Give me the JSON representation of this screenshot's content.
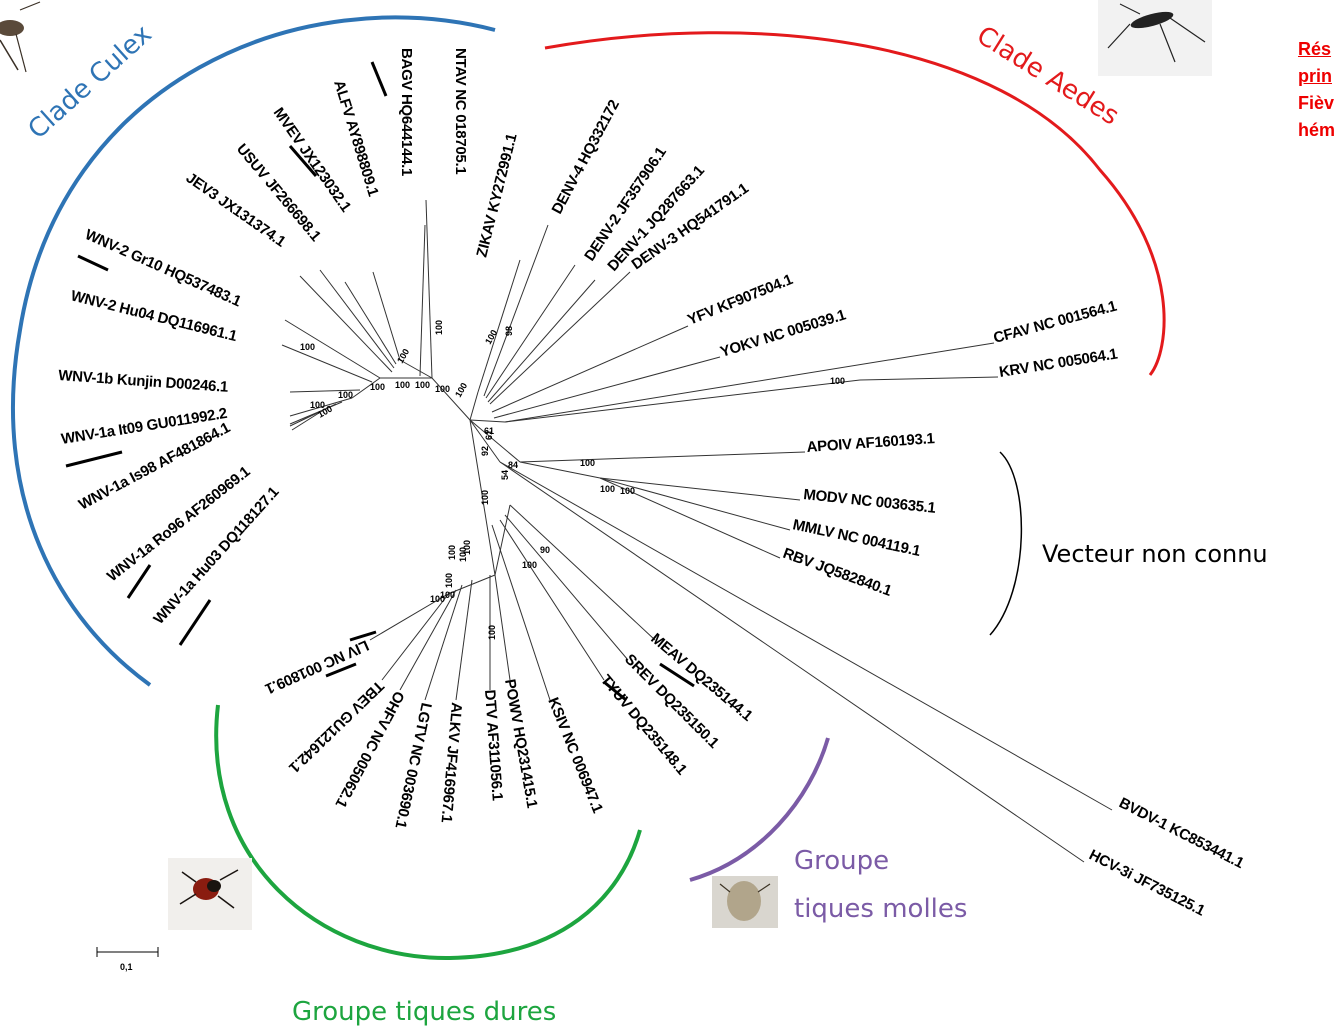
{
  "clades": {
    "culex": "Clade Culex",
    "aedes": "Clade Aedes",
    "vector_unknown": "Vecteur non connu",
    "soft_ticks": [
      "Groupe",
      "tiques molles"
    ],
    "hard_ticks": "Groupe tiques dures"
  },
  "note": [
    "Rés",
    "prin",
    "Fièv",
    "hém"
  ],
  "scale": "0,1",
  "leaves": [
    "NTAV NC 018705.1",
    "BAGV HQ644144.1",
    "ALFV AY898809.1",
    "MVEV JX123032.1",
    "USUV JF266698.1",
    "JEV3 JX131374.1",
    "WNV-2 Gr10 HQ537483.1",
    "WNV-2 Hu04 DQ116961.1",
    "WNV-1b Kunjin D00246.1",
    "WNV-1a It09 GU011992.2",
    "WNV-1a Is98 AF481864.1",
    "WNV-1a Ro96 AF260969.1",
    "WNV-1a Hu03 DQ118127.1",
    "ZIKAV KY272991.1",
    "DENV-4 HQ332172",
    "DENV-2 JF357906.1",
    "DENV-1 JQ287663.1",
    "DENV-3 HQ541791.1",
    "YFV KF907504.1",
    "YOKV NC 005039.1",
    "CFAV NC 001564.1",
    "KRV NC 005064.1",
    "APOIV AF160193.1",
    "MODV NC 003635.1",
    "MMLV NC 004119.1",
    "RBV JQ582840.1",
    "BVDV-1 KC853441.1",
    "HCV-3i JF735125.1",
    "MEAV DQ235144.1",
    "SREV DQ235150.1",
    "TYUV DQ235148.1",
    "KSIV NC 006947.1",
    "POWV HQ231415.1",
    "DTV AF311056.1",
    "ALKV JF416967.1",
    "LGTV NC 003690.1",
    "OHFV NC 005062.1",
    "TBEV GU121642.1",
    "LIV NC 001809.1"
  ],
  "bootstrap": [
    "100",
    "100",
    "100",
    "100",
    "100",
    "100",
    "100",
    "100",
    "100",
    "100",
    "61",
    "84",
    "61",
    "54",
    "92",
    "100",
    "100",
    "100",
    "90",
    "100",
    "100",
    "100",
    "100",
    "100",
    "100",
    "100",
    "100",
    "100",
    "100",
    "100",
    "98",
    "100"
  ],
  "colors": {
    "culex": "#2E74B5",
    "aedes": "#E31A1C",
    "soft": "#7B5BA6",
    "hard": "#1DA53F"
  }
}
